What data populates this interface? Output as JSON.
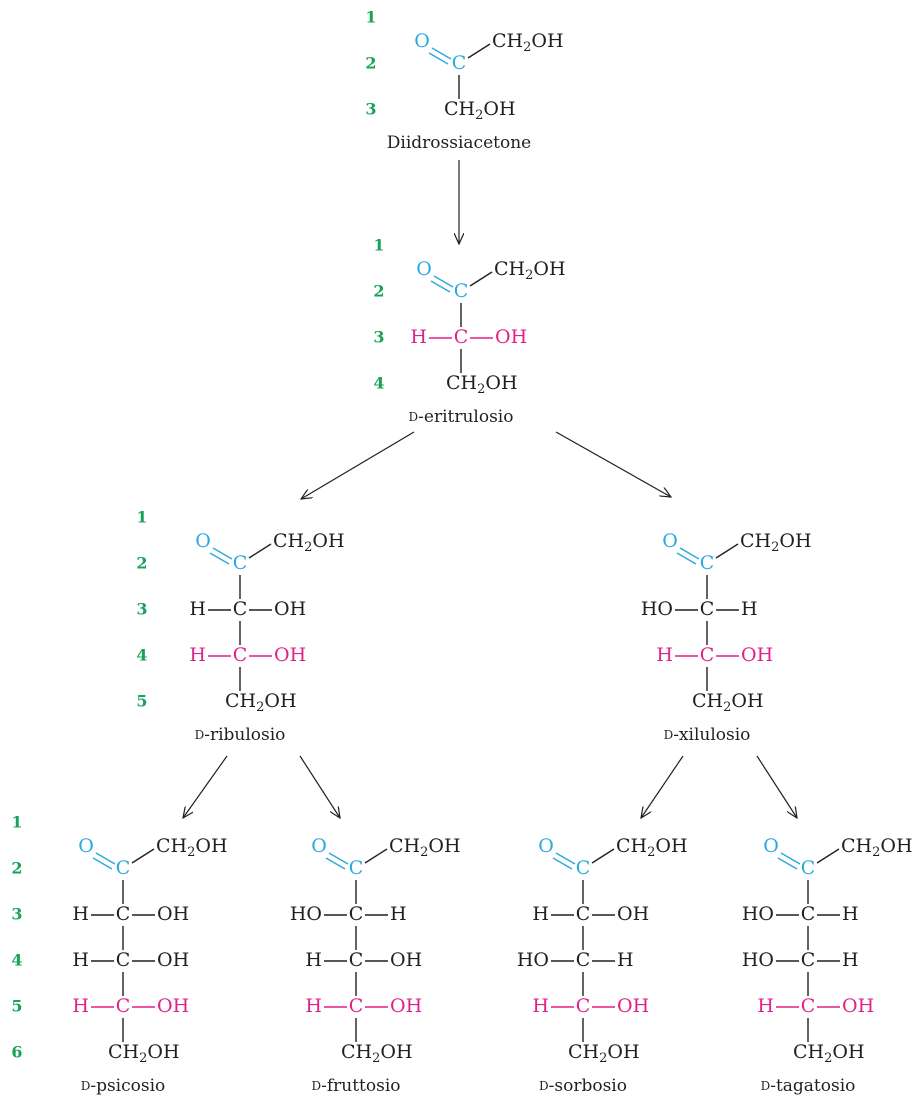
{
  "colors": {
    "carbonyl": "#2aa9de",
    "new_stereocenter": "#e0218a",
    "number_label": "#17a35a",
    "text": "#231f20",
    "arrow": "#231f20"
  },
  "atoms": {
    "carbonyl_o": "O",
    "carbonyl_c": "C",
    "ch2oh_prefix": "CH",
    "ch2oh_subscript": "2",
    "ch2oh_suffix": "OH",
    "center_c": "C",
    "hydrogen": "H",
    "hydroxyl_right": "OH",
    "hydroxyl_left": "HO"
  },
  "stereo_prefix": "D",
  "molecules": [
    {
      "key": "dihydroxyacetone",
      "name": "Diidrossiacetone",
      "has_prefix": false,
      "numbers": [
        "1",
        "2",
        "3"
      ],
      "centers": []
    },
    {
      "key": "erythrulose",
      "name": "-eritrulosio",
      "has_prefix": true,
      "numbers": [
        "1",
        "2",
        "3",
        "4"
      ],
      "centers": [
        {
          "oh": "R",
          "new": true
        }
      ]
    },
    {
      "key": "ribulose",
      "name": "-ribulosio",
      "has_prefix": true,
      "numbers": [
        "1",
        "2",
        "3",
        "4",
        "5"
      ],
      "centers": [
        {
          "oh": "R",
          "new": false
        },
        {
          "oh": "R",
          "new": true
        }
      ]
    },
    {
      "key": "xylulose",
      "name": "-xilulosio",
      "has_prefix": true,
      "numbers": [],
      "centers": [
        {
          "oh": "L",
          "new": false
        },
        {
          "oh": "R",
          "new": true
        }
      ]
    },
    {
      "key": "psicose",
      "name": "-psicosio",
      "has_prefix": true,
      "numbers": [
        "1",
        "2",
        "3",
        "4",
        "5",
        "6"
      ],
      "centers": [
        {
          "oh": "R",
          "new": false
        },
        {
          "oh": "R",
          "new": false
        },
        {
          "oh": "R",
          "new": true
        }
      ]
    },
    {
      "key": "fructose",
      "name": "-fruttosio",
      "has_prefix": true,
      "numbers": [],
      "centers": [
        {
          "oh": "L",
          "new": false
        },
        {
          "oh": "R",
          "new": false
        },
        {
          "oh": "R",
          "new": true
        }
      ]
    },
    {
      "key": "sorbose",
      "name": "-sorbosio",
      "has_prefix": true,
      "numbers": [],
      "centers": [
        {
          "oh": "R",
          "new": false
        },
        {
          "oh": "L",
          "new": false
        },
        {
          "oh": "R",
          "new": true
        }
      ]
    },
    {
      "key": "tagatose",
      "name": "-tagatosio",
      "has_prefix": true,
      "numbers": [],
      "centers": [
        {
          "oh": "L",
          "new": false
        },
        {
          "oh": "L",
          "new": false
        },
        {
          "oh": "R",
          "new": true
        }
      ]
    }
  ],
  "arrows": [
    {
      "from": "dihydroxyacetone",
      "to": "erythrulose"
    },
    {
      "from": "erythrulose",
      "to": "ribulose"
    },
    {
      "from": "erythrulose",
      "to": "xylulose"
    },
    {
      "from": "ribulose",
      "to": "psicose"
    },
    {
      "from": "ribulose",
      "to": "fructose"
    },
    {
      "from": "xylulose",
      "to": "sorbose"
    },
    {
      "from": "xylulose",
      "to": "tagatose"
    }
  ]
}
